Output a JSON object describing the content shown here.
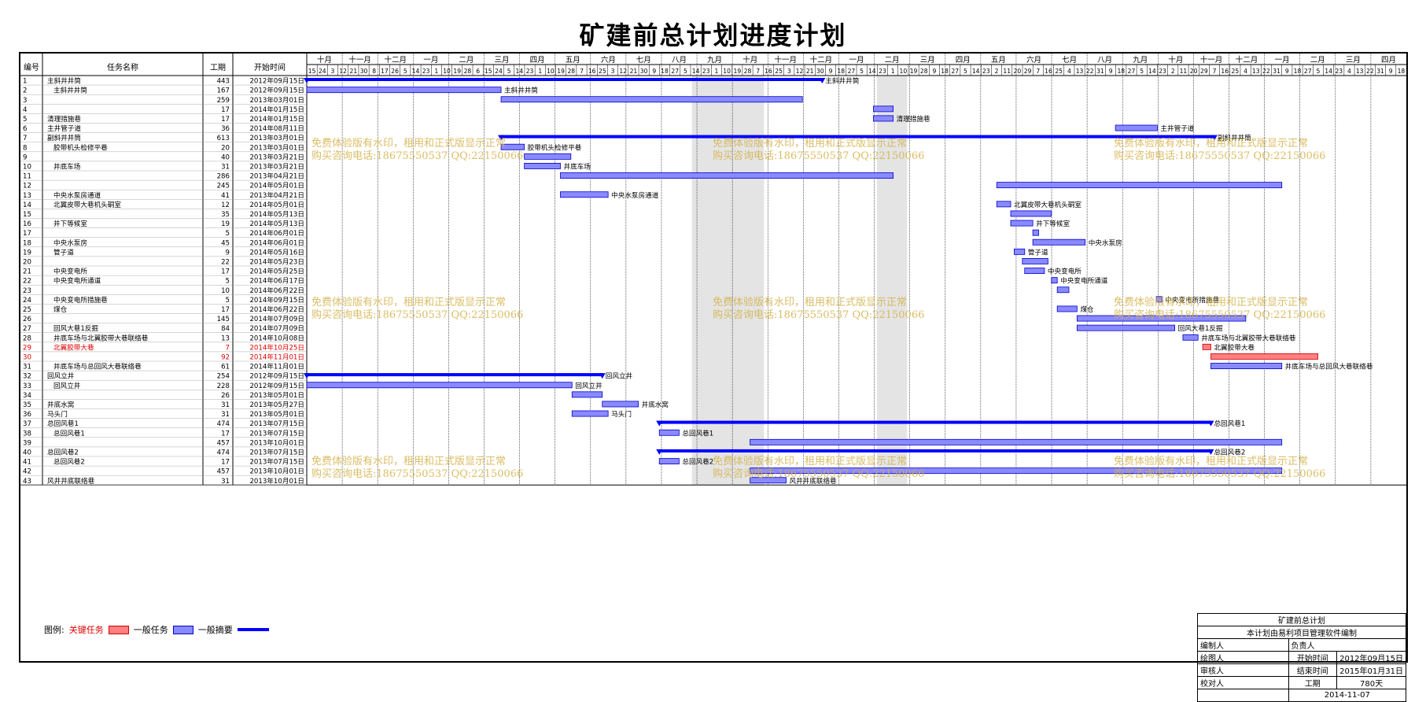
{
  "title": "矿建前总计划进度计划",
  "headers": {
    "id": "编号",
    "name": "任务名称",
    "duration": "工期",
    "start": "开始时间"
  },
  "months": [
    "十月",
    "十一月",
    "十二月",
    "一月",
    "二月",
    "三月",
    "四月",
    "五月",
    "六月",
    "七月",
    "八月",
    "九月",
    "十月",
    "十一月",
    "十二月",
    "一月",
    "二月",
    "三月",
    "四月",
    "五月",
    "六月",
    "七月",
    "八月",
    "九月",
    "十月",
    "十一月",
    "十二月",
    "一月",
    "二月",
    "三月",
    "四月"
  ],
  "days": [
    "15",
    "24",
    "3",
    "12",
    "21",
    "30",
    "8",
    "17",
    "26",
    "5",
    "14",
    "23",
    "1",
    "10",
    "19",
    "28",
    "6",
    "15",
    "24",
    "5",
    "14",
    "23",
    "1",
    "10",
    "19",
    "28",
    "7",
    "16",
    "25",
    "3",
    "12",
    "21",
    "30",
    "9",
    "18",
    "27",
    "5",
    "14",
    "23",
    "1",
    "10",
    "19",
    "28",
    "7",
    "16",
    "25",
    "3",
    "12",
    "21",
    "30",
    "9",
    "18",
    "27",
    "5",
    "14",
    "23",
    "1",
    "10",
    "19",
    "28",
    "9",
    "18",
    "27",
    "5",
    "14",
    "23",
    "2",
    "11",
    "20",
    "29",
    "7",
    "16",
    "25",
    "4",
    "13",
    "22",
    "31",
    "9",
    "18",
    "27",
    "5",
    "14",
    "23",
    "2",
    "11",
    "20",
    "29",
    "7",
    "16",
    "25",
    "4",
    "13",
    "22",
    "31",
    "9",
    "18",
    "27",
    "5",
    "14",
    "23",
    "4",
    "13",
    "22",
    "31",
    "9",
    "18"
  ],
  "tasks": [
    {
      "id": "1",
      "name": "主斜井井筒",
      "indent": 0,
      "dur": "443",
      "start": "2012年09月15日",
      "s": 0,
      "d": 443,
      "type": "summary",
      "label": "主斜井井筒"
    },
    {
      "id": "2",
      "name": "主斜井井筒",
      "indent": 1,
      "dur": "167",
      "start": "2012年09月15日",
      "s": 0,
      "d": 167,
      "type": "task",
      "label": "主斜井井筒"
    },
    {
      "id": "3",
      "name": "",
      "indent": 0,
      "dur": "259",
      "start": "2013年03月01日",
      "s": 167,
      "d": 259,
      "type": "task",
      "label": ""
    },
    {
      "id": "4",
      "name": "",
      "indent": 0,
      "dur": "17",
      "start": "2014年01月15日",
      "s": 487,
      "d": 17,
      "type": "task",
      "label": ""
    },
    {
      "id": "5",
      "name": "清理措施巷",
      "indent": 0,
      "dur": "17",
      "start": "2014年01月15日",
      "s": 487,
      "d": 17,
      "type": "task",
      "label": "清理措施巷"
    },
    {
      "id": "6",
      "name": "主井管子道",
      "indent": 0,
      "dur": "36",
      "start": "2014年08月11日",
      "s": 695,
      "d": 36,
      "type": "task",
      "label": "主井管子道"
    },
    {
      "id": "7",
      "name": "副斜井井筒",
      "indent": 0,
      "dur": "613",
      "start": "2013年03月01日",
      "s": 167,
      "d": 613,
      "type": "summary",
      "label": "副斜井井筒"
    },
    {
      "id": "8",
      "name": "胶带机头检修平巷",
      "indent": 1,
      "dur": "20",
      "start": "2013年03月01日",
      "s": 167,
      "d": 20,
      "type": "task",
      "label": "胶带机头检修平巷"
    },
    {
      "id": "9",
      "name": "",
      "indent": 0,
      "dur": "40",
      "start": "2013年03月21日",
      "s": 187,
      "d": 40,
      "type": "task",
      "label": ""
    },
    {
      "id": "10",
      "name": "井底车场",
      "indent": 1,
      "dur": "31",
      "start": "2013年03月21日",
      "s": 187,
      "d": 31,
      "type": "task",
      "label": "井底车场"
    },
    {
      "id": "11",
      "name": "",
      "indent": 0,
      "dur": "286",
      "start": "2013年04月21日",
      "s": 218,
      "d": 286,
      "type": "task",
      "label": ""
    },
    {
      "id": "12",
      "name": "",
      "indent": 0,
      "dur": "245",
      "start": "2014年05月01日",
      "s": 593,
      "d": 245,
      "type": "task",
      "label": ""
    },
    {
      "id": "13",
      "name": "中央水泵房通道",
      "indent": 1,
      "dur": "41",
      "start": "2013年04月21日",
      "s": 218,
      "d": 41,
      "type": "task",
      "label": "中央水泵房通道"
    },
    {
      "id": "14",
      "name": "北翼皮带大巷机头硐室",
      "indent": 1,
      "dur": "12",
      "start": "2014年05月01日",
      "s": 593,
      "d": 12,
      "type": "task",
      "label": "北翼皮带大巷机头硐室"
    },
    {
      "id": "15",
      "name": "",
      "indent": 0,
      "dur": "35",
      "start": "2014年05月13日",
      "s": 605,
      "d": 35,
      "type": "task",
      "label": ""
    },
    {
      "id": "16",
      "name": "井下等候室",
      "indent": 1,
      "dur": "19",
      "start": "2014年05月13日",
      "s": 605,
      "d": 19,
      "type": "task",
      "label": "井下等候室"
    },
    {
      "id": "17",
      "name": "",
      "indent": 0,
      "dur": "5",
      "start": "2014年06月01日",
      "s": 624,
      "d": 5,
      "type": "task",
      "label": ""
    },
    {
      "id": "18",
      "name": "中央水泵房",
      "indent": 1,
      "dur": "45",
      "start": "2014年06月01日",
      "s": 624,
      "d": 45,
      "type": "task",
      "label": "中央水泵房"
    },
    {
      "id": "19",
      "name": "管子道",
      "indent": 1,
      "dur": "9",
      "start": "2014年05月16日",
      "s": 608,
      "d": 9,
      "type": "task",
      "label": "管子道"
    },
    {
      "id": "20",
      "name": "",
      "indent": 0,
      "dur": "22",
      "start": "2014年05月23日",
      "s": 615,
      "d": 22,
      "type": "task",
      "label": ""
    },
    {
      "id": "21",
      "name": "中央变电所",
      "indent": 1,
      "dur": "17",
      "start": "2014年05月25日",
      "s": 617,
      "d": 17,
      "type": "task",
      "label": "中央变电所"
    },
    {
      "id": "22",
      "name": "中央变电所通道",
      "indent": 1,
      "dur": "5",
      "start": "2014年06月17日",
      "s": 640,
      "d": 5,
      "type": "task",
      "label": "中央变电所通道"
    },
    {
      "id": "23",
      "name": "",
      "indent": 0,
      "dur": "10",
      "start": "2014年06月22日",
      "s": 645,
      "d": 10,
      "type": "task",
      "label": ""
    },
    {
      "id": "24",
      "name": "中央变电所措施巷",
      "indent": 1,
      "dur": "5",
      "start": "2014年09月15日",
      "s": 730,
      "d": 5,
      "type": "task",
      "label": "中央变电所措施巷"
    },
    {
      "id": "25",
      "name": "煤仓",
      "indent": 1,
      "dur": "17",
      "start": "2014年06月22日",
      "s": 645,
      "d": 17,
      "type": "task",
      "label": "煤仓"
    },
    {
      "id": "26",
      "name": "",
      "indent": 0,
      "dur": "145",
      "start": "2014年07月09日",
      "s": 662,
      "d": 145,
      "type": "task",
      "label": ""
    },
    {
      "id": "27",
      "name": "回风大巷1反掘",
      "indent": 1,
      "dur": "84",
      "start": "2014年07月09日",
      "s": 662,
      "d": 84,
      "type": "task",
      "label": "回风大巷1反掘"
    },
    {
      "id": "28",
      "name": "井底车场与北翼胶带大巷联络巷",
      "indent": 1,
      "dur": "13",
      "start": "2014年10月08日",
      "s": 753,
      "d": 13,
      "type": "task",
      "label": "井底车场与北翼胶带大巷联络巷"
    },
    {
      "id": "29",
      "name": "北翼胶带大巷",
      "indent": 1,
      "dur": "7",
      "start": "2014年10月25日",
      "s": 770,
      "d": 7,
      "type": "crit",
      "label": "北翼胶带大巷"
    },
    {
      "id": "30",
      "name": "",
      "indent": 0,
      "dur": "92",
      "start": "2014年11月01日",
      "s": 777,
      "d": 92,
      "type": "crit",
      "label": ""
    },
    {
      "id": "31",
      "name": "井底车场与总回风大巷联络巷",
      "indent": 1,
      "dur": "61",
      "start": "2014年11月01日",
      "s": 777,
      "d": 61,
      "type": "task",
      "label": "井底车场与总回风大巷联络巷"
    },
    {
      "id": "32",
      "name": "回风立井",
      "indent": 0,
      "dur": "254",
      "start": "2012年09月15日",
      "s": 0,
      "d": 254,
      "type": "summary",
      "label": "回风立井"
    },
    {
      "id": "33",
      "name": "回风立井",
      "indent": 1,
      "dur": "228",
      "start": "2012年09月15日",
      "s": 0,
      "d": 228,
      "type": "task",
      "label": "回风立井"
    },
    {
      "id": "34",
      "name": "",
      "indent": 0,
      "dur": "26",
      "start": "2013年05月01日",
      "s": 228,
      "d": 26,
      "type": "task",
      "label": ""
    },
    {
      "id": "35",
      "name": "井底水窝",
      "indent": 0,
      "dur": "31",
      "start": "2013年05月27日",
      "s": 254,
      "d": 31,
      "type": "task",
      "label": "井底水窝"
    },
    {
      "id": "36",
      "name": "马头门",
      "indent": 0,
      "dur": "31",
      "start": "2013年05月01日",
      "s": 228,
      "d": 31,
      "type": "task",
      "label": "马头门"
    },
    {
      "id": "37",
      "name": "总回风巷1",
      "indent": 0,
      "dur": "474",
      "start": "2013年07月15日",
      "s": 303,
      "d": 474,
      "type": "summary",
      "label": "总回风巷1"
    },
    {
      "id": "38",
      "name": "总回风巷1",
      "indent": 1,
      "dur": "17",
      "start": "2013年07月15日",
      "s": 303,
      "d": 17,
      "type": "task",
      "label": "总回风巷1"
    },
    {
      "id": "39",
      "name": "",
      "indent": 0,
      "dur": "457",
      "start": "2013年10月01日",
      "s": 381,
      "d": 457,
      "type": "task",
      "label": ""
    },
    {
      "id": "40",
      "name": "总回风巷2",
      "indent": 0,
      "dur": "474",
      "start": "2013年07月15日",
      "s": 303,
      "d": 474,
      "type": "summary",
      "label": "总回风巷2"
    },
    {
      "id": "41",
      "name": "总回风巷2",
      "indent": 1,
      "dur": "17",
      "start": "2013年07月15日",
      "s": 303,
      "d": 17,
      "type": "task",
      "label": "总回风巷2"
    },
    {
      "id": "42",
      "name": "",
      "indent": 0,
      "dur": "457",
      "start": "2013年10月01日",
      "s": 381,
      "d": 457,
      "type": "task",
      "label": ""
    },
    {
      "id": "43",
      "name": "风井井底联络巷",
      "indent": 0,
      "dur": "31",
      "start": "2013年10月01日",
      "s": 381,
      "d": 31,
      "type": "task",
      "label": "风井井底联络巷"
    }
  ],
  "watermark": {
    "line1": "免费体验版有水印，租用和正式版显示正常",
    "line2": "购买咨询电话:18675550537 QQ:22150066"
  },
  "legend": {
    "prefix": "图例:",
    "critical": "关键任务",
    "normal": "一般任务",
    "summary": "一般摘要"
  },
  "info": {
    "project": "矿建前总计划",
    "software": "本计划由易利项目管理软件编制",
    "editor": "编制人",
    "owner": "负责人",
    "drawer": "绘图人",
    "start_label": "开始时间",
    "start": "2012年09月15日",
    "reviewer": "审核人",
    "end_label": "结束时间",
    "end": "2015年01月31日",
    "checker": "校对人",
    "dur_label": "工期",
    "dur": "780天",
    "date": "2014-11-07"
  },
  "colors": {
    "summary": "#0000ff",
    "task": "#8a8aff",
    "task_border": "#0000cc",
    "critical": "#ff8080",
    "critical_border": "#d00000",
    "critical_text": "#e00000"
  }
}
